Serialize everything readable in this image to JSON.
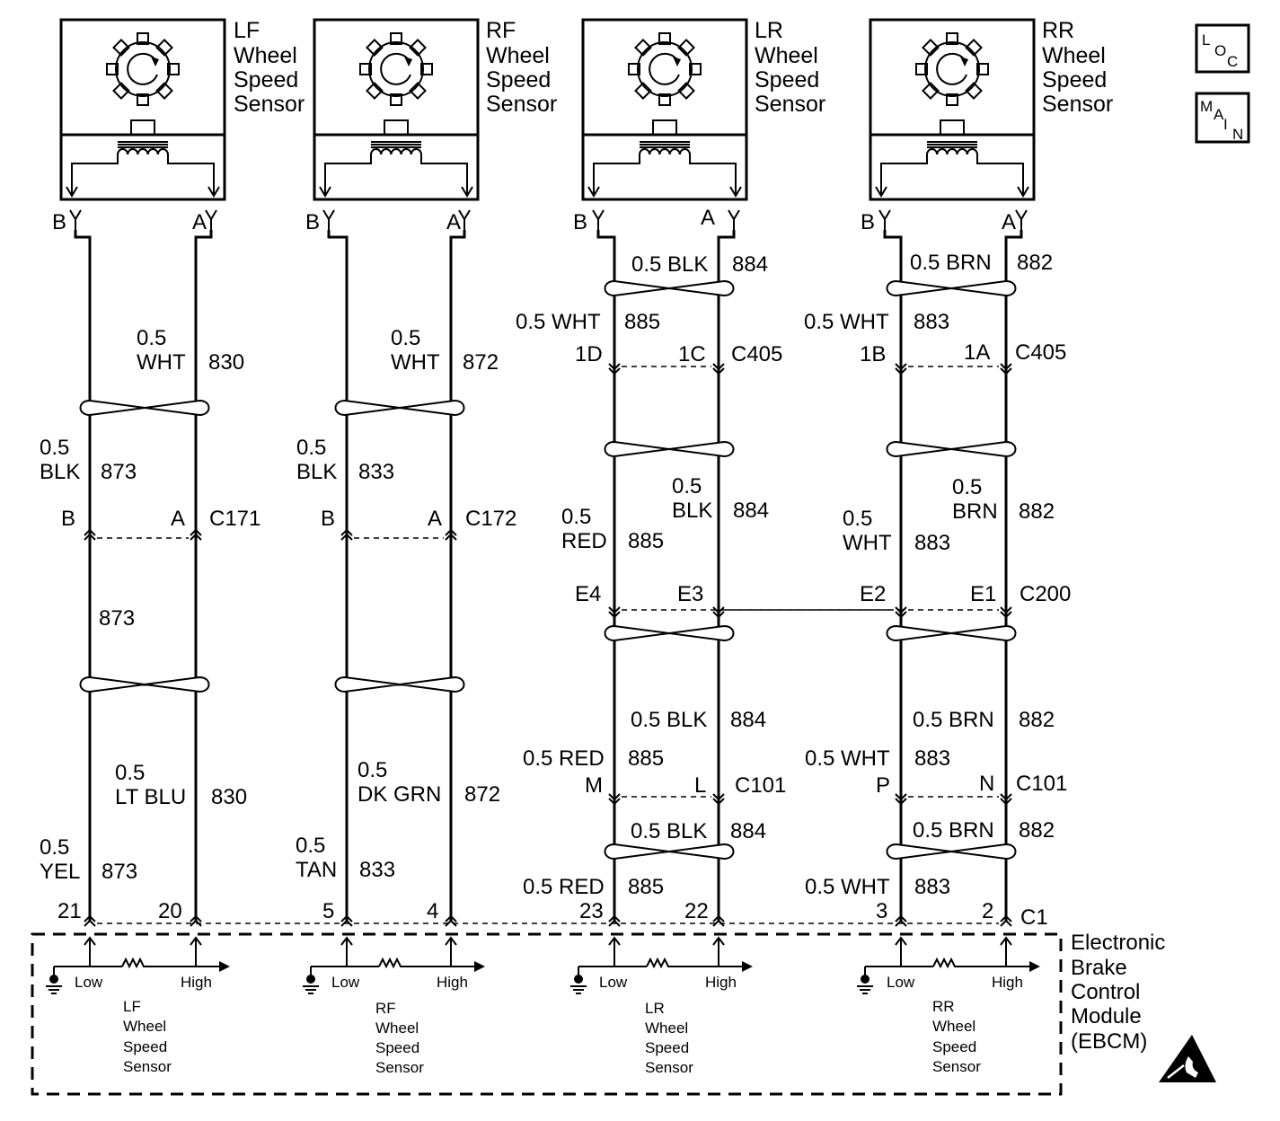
{
  "badges": {
    "loc": [
      "L",
      "O",
      "C"
    ],
    "main": [
      "M",
      "A",
      "I",
      "N"
    ]
  },
  "sensors": [
    {
      "name": [
        "LF",
        "Wheel",
        "Speed",
        "Sensor"
      ],
      "pin_b": "B",
      "pin_a": "A"
    },
    {
      "name": [
        "RF",
        "Wheel",
        "Speed",
        "Sensor"
      ],
      "pin_b": "B",
      "pin_a": "A"
    },
    {
      "name": [
        "LR",
        "Wheel",
        "Speed",
        "Sensor"
      ],
      "pin_b": "B",
      "pin_a": "A"
    },
    {
      "name": [
        "RR",
        "Wheel",
        "Speed",
        "Sensor"
      ],
      "pin_b": "B",
      "pin_a": "A"
    }
  ],
  "front_wiring": [
    {
      "upper_high": [
        "0.5",
        "WHT",
        "830"
      ],
      "upper_low": [
        "0.5",
        "BLK",
        "873"
      ],
      "connector": {
        "b": "B",
        "a": "A",
        "id": "C171"
      },
      "lower_low_ckt": "873",
      "lower_high": [
        "0.5",
        "LT BLU",
        "830"
      ],
      "lower_low": [
        "0.5",
        "YEL",
        "873"
      ],
      "ebcm_pins": [
        "21",
        "20"
      ]
    },
    {
      "upper_high": [
        "0.5",
        "WHT",
        "872"
      ],
      "upper_low": [
        "0.5",
        "BLK",
        "833"
      ],
      "connector": {
        "b": "B",
        "a": "A",
        "id": "C172"
      },
      "lower_high": [
        "0.5",
        "DK GRN",
        "872"
      ],
      "lower_low": [
        "0.5",
        "TAN",
        "833"
      ],
      "ebcm_pins": [
        "5",
        "4"
      ]
    }
  ],
  "rear_wiring": [
    {
      "top_high": "0.5 BLK",
      "top_high_ckt": "884",
      "top_low": "0.5 WHT",
      "top_low_ckt": "885",
      "c405": {
        "low": "1D",
        "high": "1C",
        "id": "C405"
      },
      "mid_high": [
        "0.5",
        "BLK",
        "884"
      ],
      "mid_low": [
        "0.5",
        "RED",
        "885"
      ],
      "c200": {
        "low": "E4",
        "high": "E3"
      },
      "c101_high": "0.5 BLK",
      "c101_high_ckt": "884",
      "c101_low": "0.5 RED",
      "c101_low_ckt": "885",
      "c101": {
        "low": "M",
        "high": "L",
        "id": "C101"
      },
      "bot_high": "0.5 BLK",
      "bot_high_ckt": "884",
      "bot_low": "0.5 RED",
      "bot_low_ckt": "885",
      "ebcm_pins": [
        "23",
        "22"
      ]
    },
    {
      "top_high": "0.5 BRN",
      "top_high_ckt": "882",
      "top_low": "0.5 WHT",
      "top_low_ckt": "883",
      "c405": {
        "low": "1B",
        "high": "1A",
        "id": "C405"
      },
      "mid_high": [
        "0.5",
        "BRN",
        "882"
      ],
      "mid_low": [
        "0.5",
        "WHT",
        "883"
      ],
      "c200": {
        "low": "E2",
        "high": "E1",
        "id": "C200"
      },
      "c101_high": "0.5 BRN",
      "c101_high_ckt": "882",
      "c101_low": "0.5 WHT",
      "c101_low_ckt": "883",
      "c101": {
        "low": "P",
        "high": "N",
        "id": "C101"
      },
      "bot_high": "0.5 BRN",
      "bot_high_ckt": "882",
      "bot_low": "0.5 WHT",
      "bot_low_ckt": "883",
      "ebcm_pins": [
        "3",
        "2"
      ]
    }
  ],
  "ebcm": {
    "connector": "C1",
    "title": [
      "Electronic",
      "Brake",
      "Control",
      "Module",
      "(EBCM)"
    ],
    "low_label": "Low",
    "high_label": "High",
    "sensor_labels": [
      [
        "LF",
        "Wheel",
        "Speed",
        "Sensor"
      ],
      [
        "RF",
        "Wheel",
        "Speed",
        "Sensor"
      ],
      [
        "LR",
        "Wheel",
        "Speed",
        "Sensor"
      ],
      [
        "RR",
        "Wheel",
        "Speed",
        "Sensor"
      ]
    ]
  }
}
